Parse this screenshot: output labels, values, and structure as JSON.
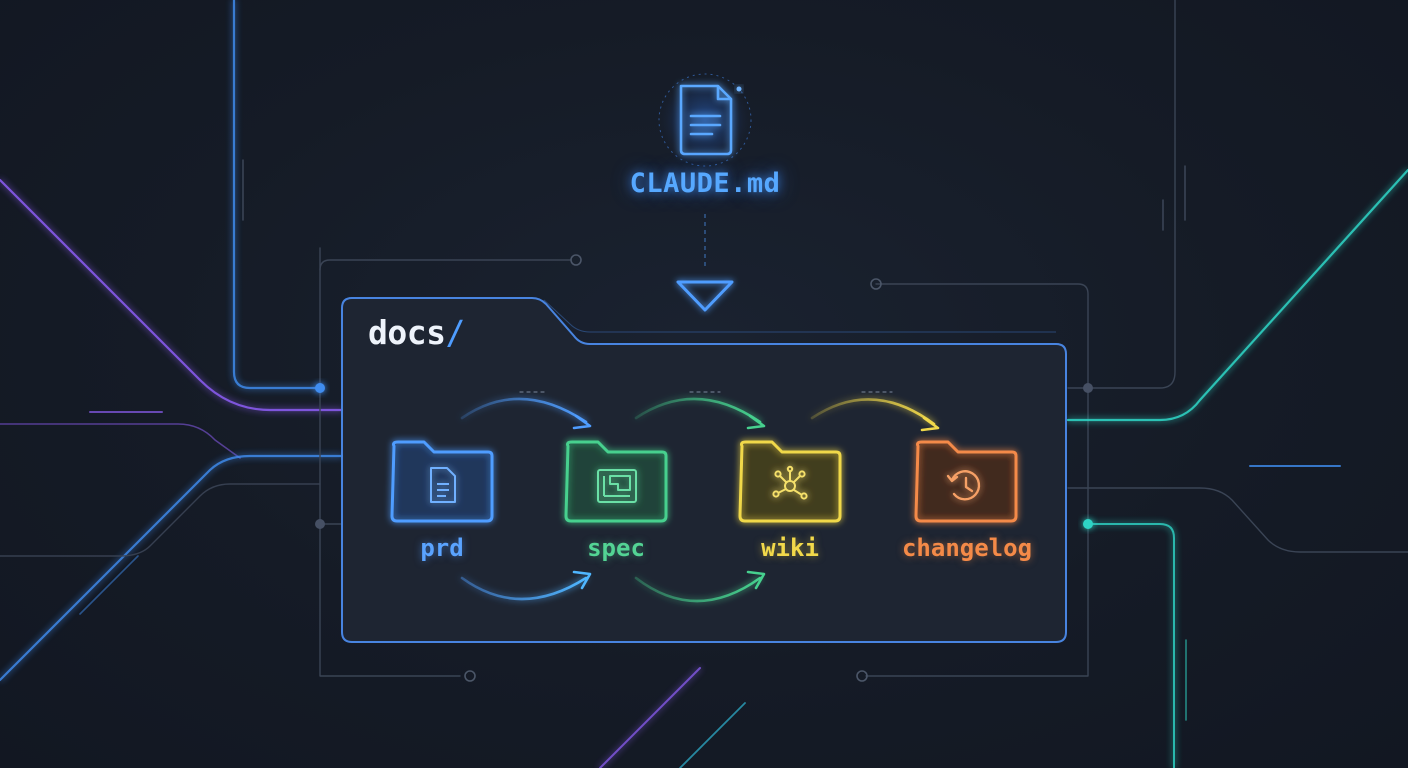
{
  "source_file": {
    "name": "CLAUDE.md",
    "icon": "document-icon",
    "color": "#56a8ff"
  },
  "target_folder": {
    "name": "docs",
    "separator": "/"
  },
  "folders": [
    {
      "name": "prd",
      "icon": "document-icon",
      "color": "#5aa3ff"
    },
    {
      "name": "spec",
      "icon": "blueprint-icon",
      "color": "#53d494"
    },
    {
      "name": "wiki",
      "icon": "network-icon",
      "color": "#f2d94a"
    },
    {
      "name": "changelog",
      "icon": "history-icon",
      "color": "#f48a48"
    }
  ],
  "flow": {
    "direction": "left-to-right",
    "arrow_colors": [
      "#4f9dff",
      "#46d08e",
      "#f0d84a"
    ]
  },
  "colors": {
    "background": "#141a25",
    "panel": "#1f2633",
    "panel_border": "#4a88e6",
    "circuit_blue": "#3f8df0",
    "circuit_purple": "#8a5cf0",
    "circuit_teal": "#2fd3c4"
  }
}
